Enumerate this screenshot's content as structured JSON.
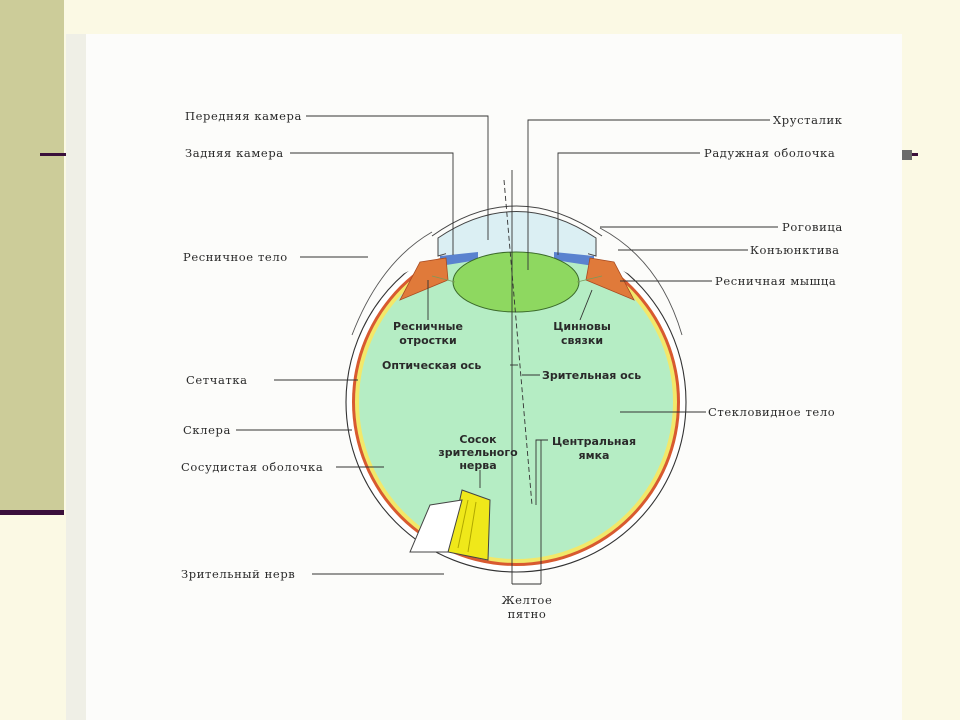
{
  "diagram": {
    "labels_left": {
      "anterior_chamber": "Передняя камера",
      "posterior_chamber": "Задняя камера",
      "ciliary_body": "Ресничное тело",
      "retina": "Сетчатка",
      "sclera": "Склера",
      "choroid": "Сосудистая оболочка",
      "optic_nerve": "Зрительный  нерв"
    },
    "labels_right": {
      "lens": "Хрусталик",
      "iris": "Радужная оболочка",
      "cornea": "Роговица",
      "conjunctiva": "Конъюнктива",
      "ciliary_muscle": "Ресничная мышца",
      "vitreous_body": "Стекловидное тело"
    },
    "labels_inner": {
      "ciliary_processes_1": "Ресничные",
      "ciliary_processes_2": "отростки",
      "zinn_ligaments_1": "Цинновы",
      "zinn_ligaments_2": "связки",
      "optical_axis": "Оптическая ось",
      "visual_axis": "Зрительная ось",
      "optic_disc_1": "Сосок",
      "optic_disc_2": "зрительного",
      "optic_disc_3": "нерва",
      "fovea_1": "Центральная",
      "fovea_2": "ямка"
    },
    "labels_bottom": {
      "macula_1": "Желтое",
      "macula_2": "пятно"
    },
    "colors": {
      "vitreous": "#b5edc4",
      "lens": "#8ed860",
      "retina": "#f2e86a",
      "choroid": "#d85a30",
      "iris": "#5a82cf",
      "nerve": "#efe81a",
      "anterior": "#dbeff3"
    }
  }
}
